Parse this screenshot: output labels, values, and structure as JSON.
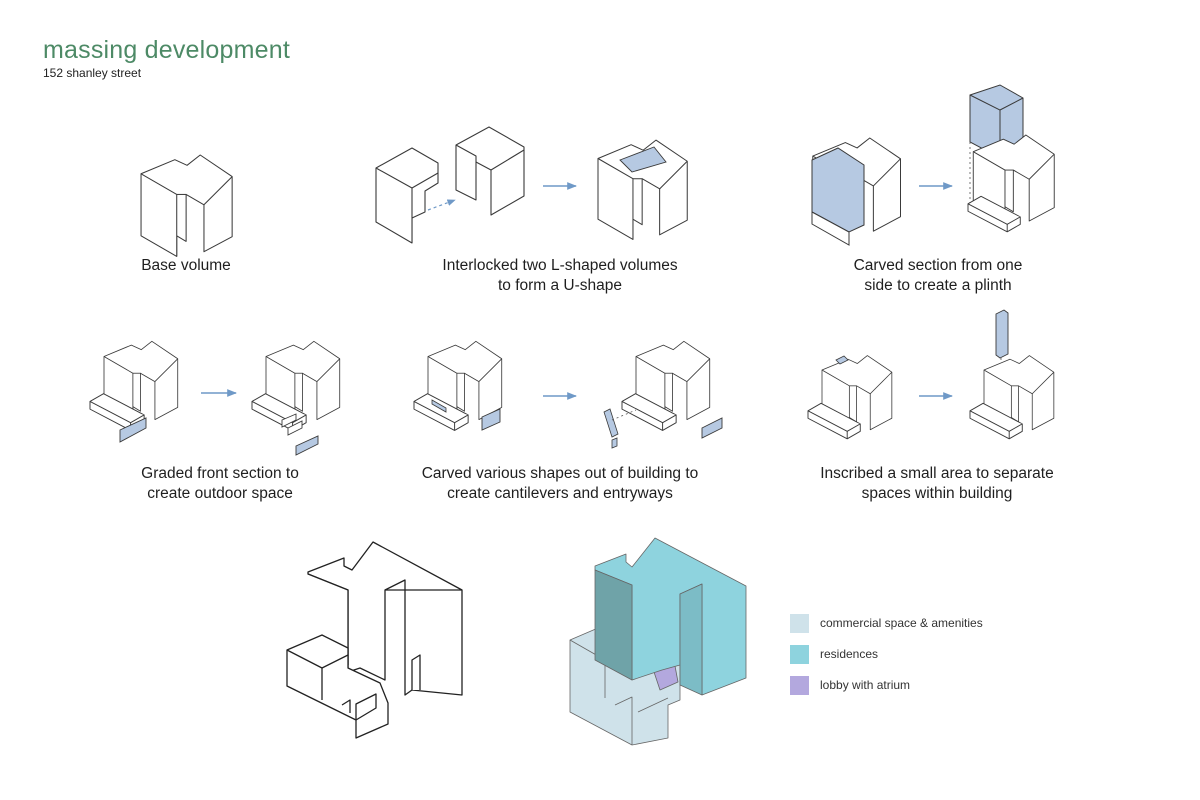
{
  "header": {
    "title": "massing development",
    "subtitle": "152 shanley street"
  },
  "captions": {
    "c1": "Base volume",
    "c2a": "Interlocked two L-shaped volumes",
    "c2b": "to form a U-shape",
    "c3a": "Carved section from one",
    "c3b": "side to create a plinth",
    "c4a": "Graded front section to",
    "c4b": "create outdoor space",
    "c5a": "Carved various shapes out of building to",
    "c5b": "create cantilevers and entryways",
    "c6a": "Inscribed a small area to separate",
    "c6b": "spaces within building"
  },
  "legend": {
    "commercial": {
      "label": "commercial space & amenities",
      "color": "#cfe2ea"
    },
    "residences": {
      "label": "residences",
      "color": "#8ed3de"
    },
    "lobby": {
      "label": "lobby with atrium",
      "color": "#b3a8de"
    }
  },
  "colors": {
    "highlight": "#b6c9e2",
    "arrow": "#6f99c7",
    "title": "#4d8a66",
    "line": "#3a3a3a"
  }
}
